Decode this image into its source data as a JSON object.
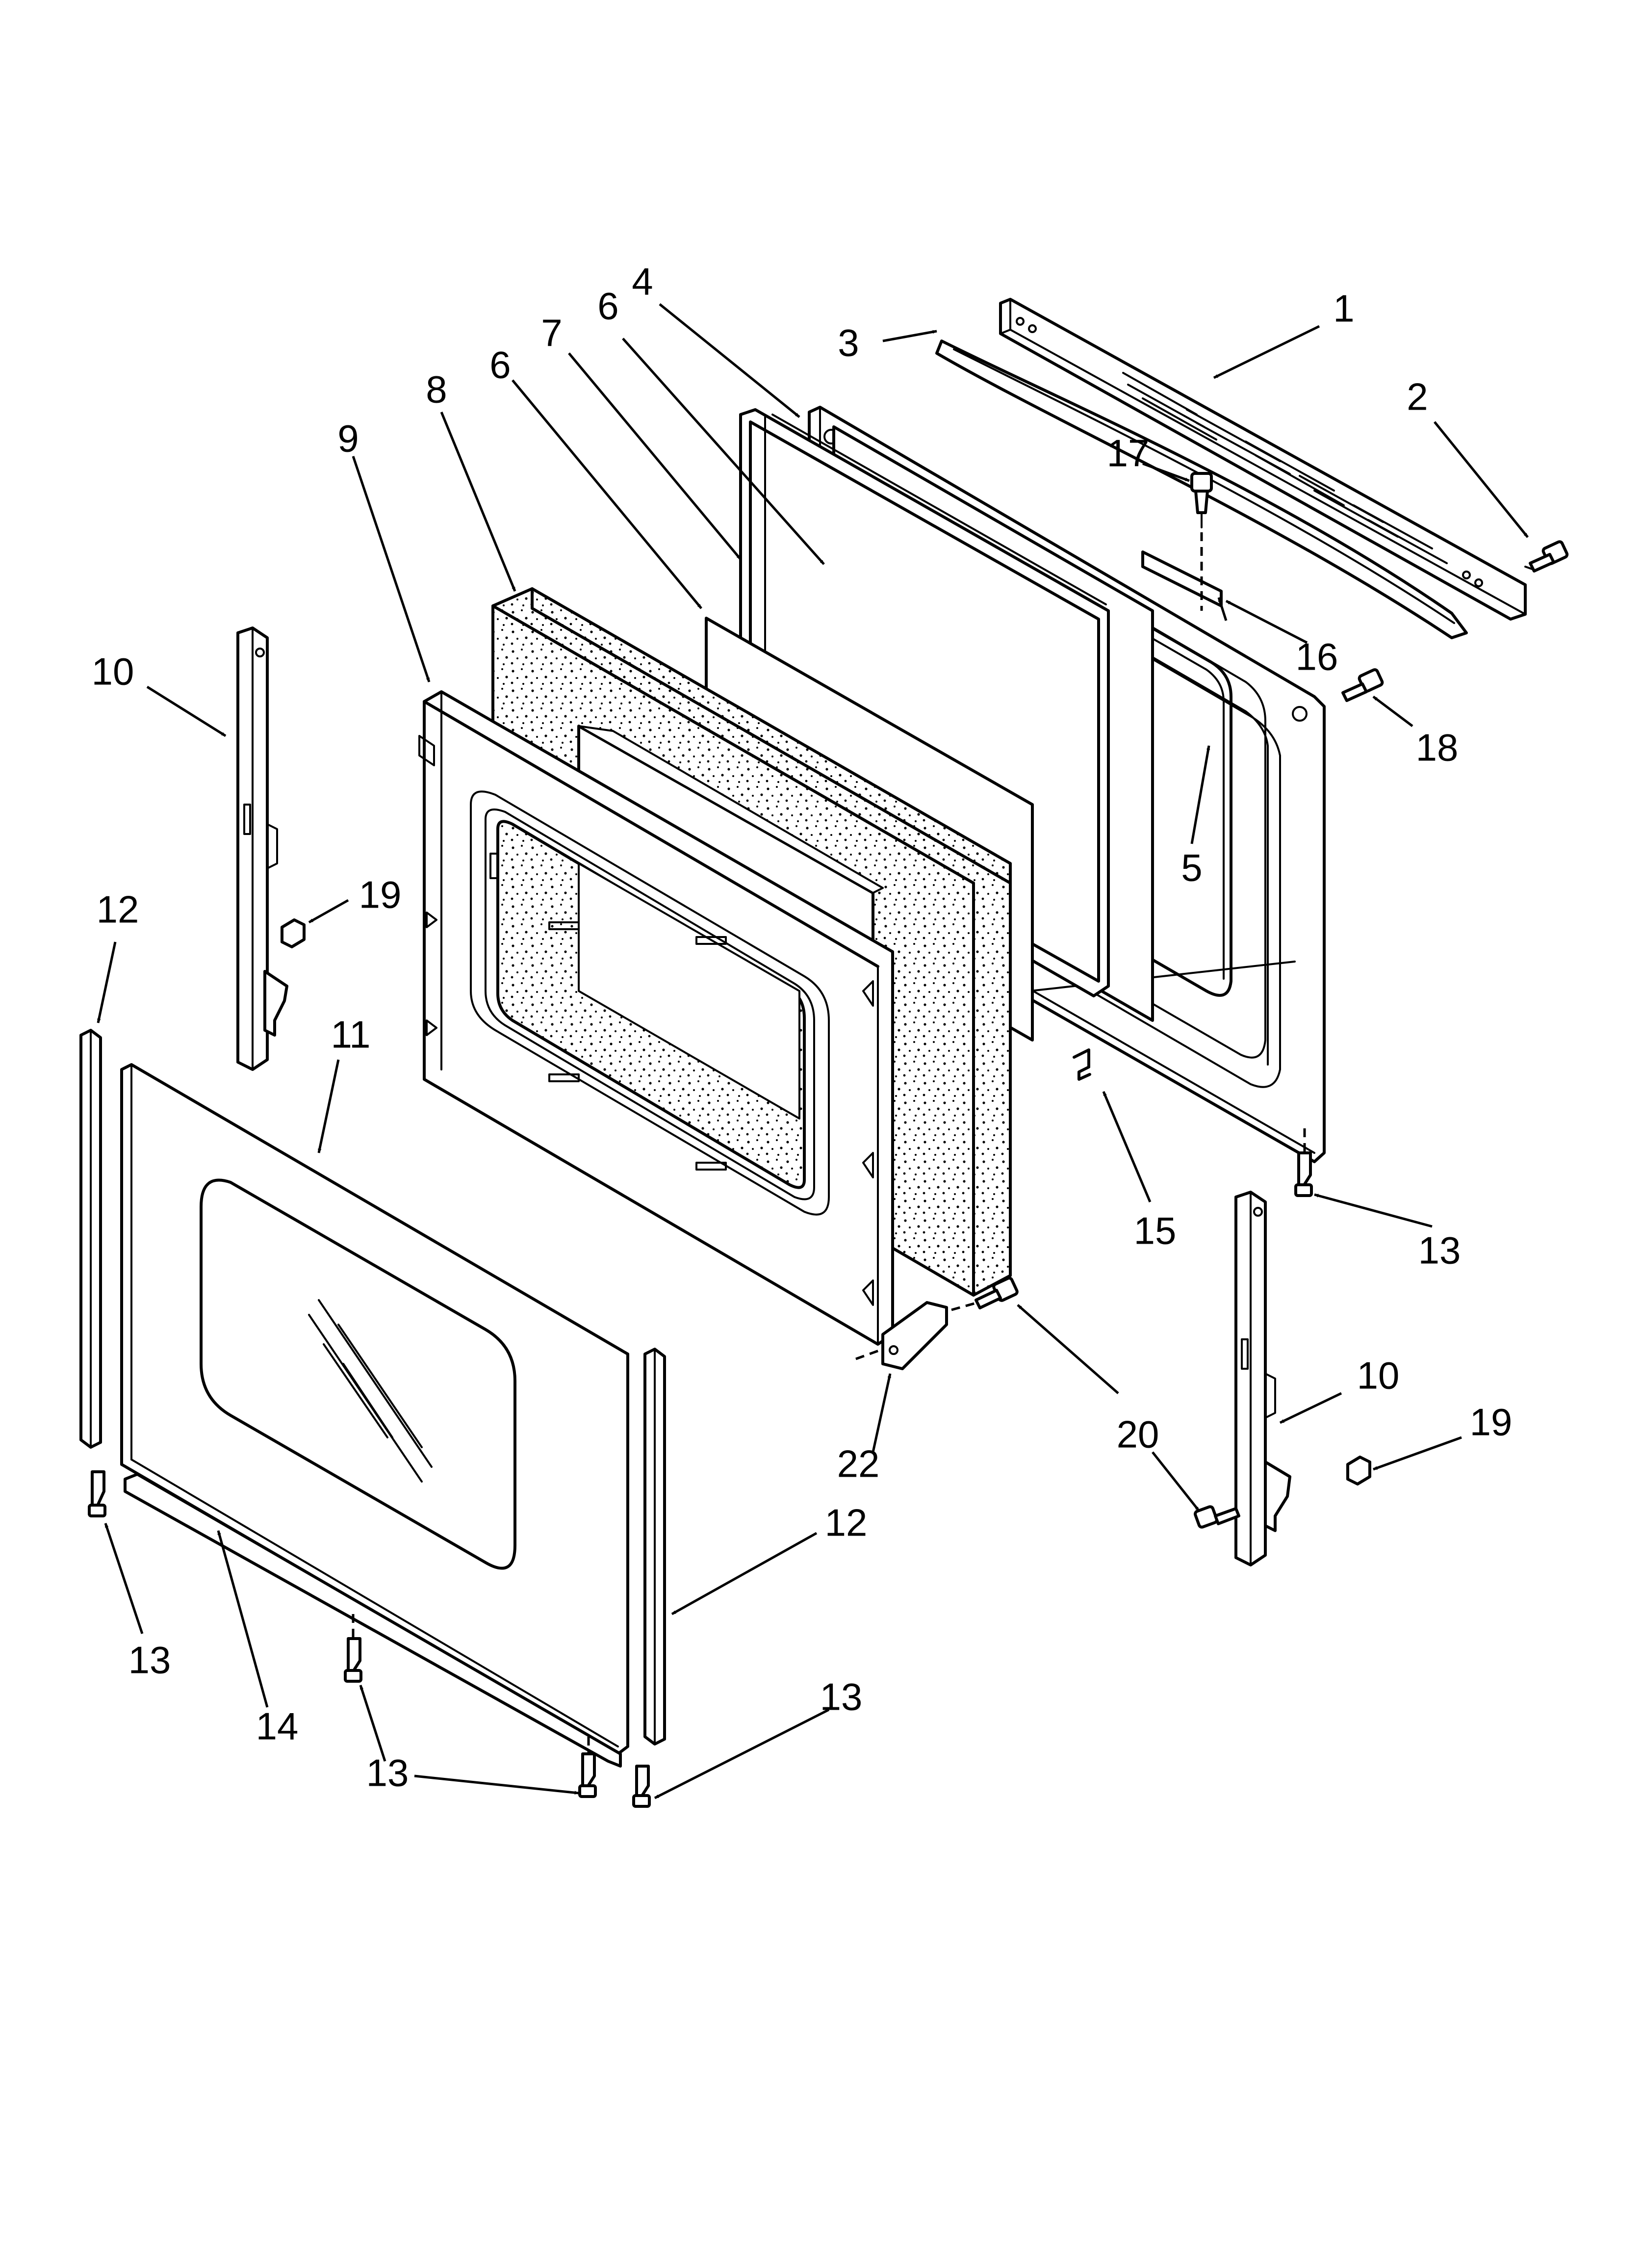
{
  "diagram": {
    "type": "exploded-parts-diagram",
    "subject": "oven door assembly",
    "callouts": [
      {
        "id": "c1",
        "label": "1"
      },
      {
        "id": "c2",
        "label": "2"
      },
      {
        "id": "c3",
        "label": "3"
      },
      {
        "id": "c4",
        "label": "4"
      },
      {
        "id": "c5",
        "label": "5"
      },
      {
        "id": "c6a",
        "label": "6"
      },
      {
        "id": "c6b",
        "label": "6"
      },
      {
        "id": "c7",
        "label": "7"
      },
      {
        "id": "c8",
        "label": "8"
      },
      {
        "id": "c9",
        "label": "9"
      },
      {
        "id": "c10a",
        "label": "10"
      },
      {
        "id": "c10b",
        "label": "10"
      },
      {
        "id": "c11",
        "label": "11"
      },
      {
        "id": "c12a",
        "label": "12"
      },
      {
        "id": "c12b",
        "label": "12"
      },
      {
        "id": "c13a",
        "label": "13"
      },
      {
        "id": "c13b",
        "label": "13"
      },
      {
        "id": "c13c",
        "label": "13"
      },
      {
        "id": "c13d",
        "label": "13"
      },
      {
        "id": "c14",
        "label": "14"
      },
      {
        "id": "c15",
        "label": "15"
      },
      {
        "id": "c16",
        "label": "16"
      },
      {
        "id": "c17",
        "label": "17"
      },
      {
        "id": "c18",
        "label": "18"
      },
      {
        "id": "c19a",
        "label": "19"
      },
      {
        "id": "c19b",
        "label": "19"
      },
      {
        "id": "c20",
        "label": "20"
      },
      {
        "id": "c22",
        "label": "22"
      }
    ]
  }
}
